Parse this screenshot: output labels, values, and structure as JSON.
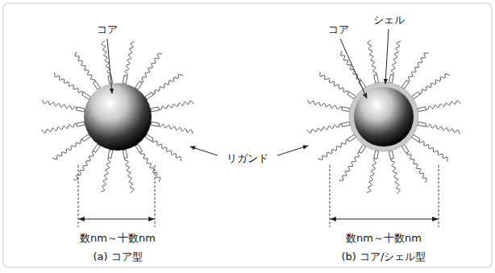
{
  "diagram": {
    "labels": [
      "コア",
      "コア",
      "シェル",
      "リガンド",
      "数nm～十数nm",
      "数nm～十数nm",
      "(a) コア型",
      "(b) コア/シェル型"
    ]
  }
}
